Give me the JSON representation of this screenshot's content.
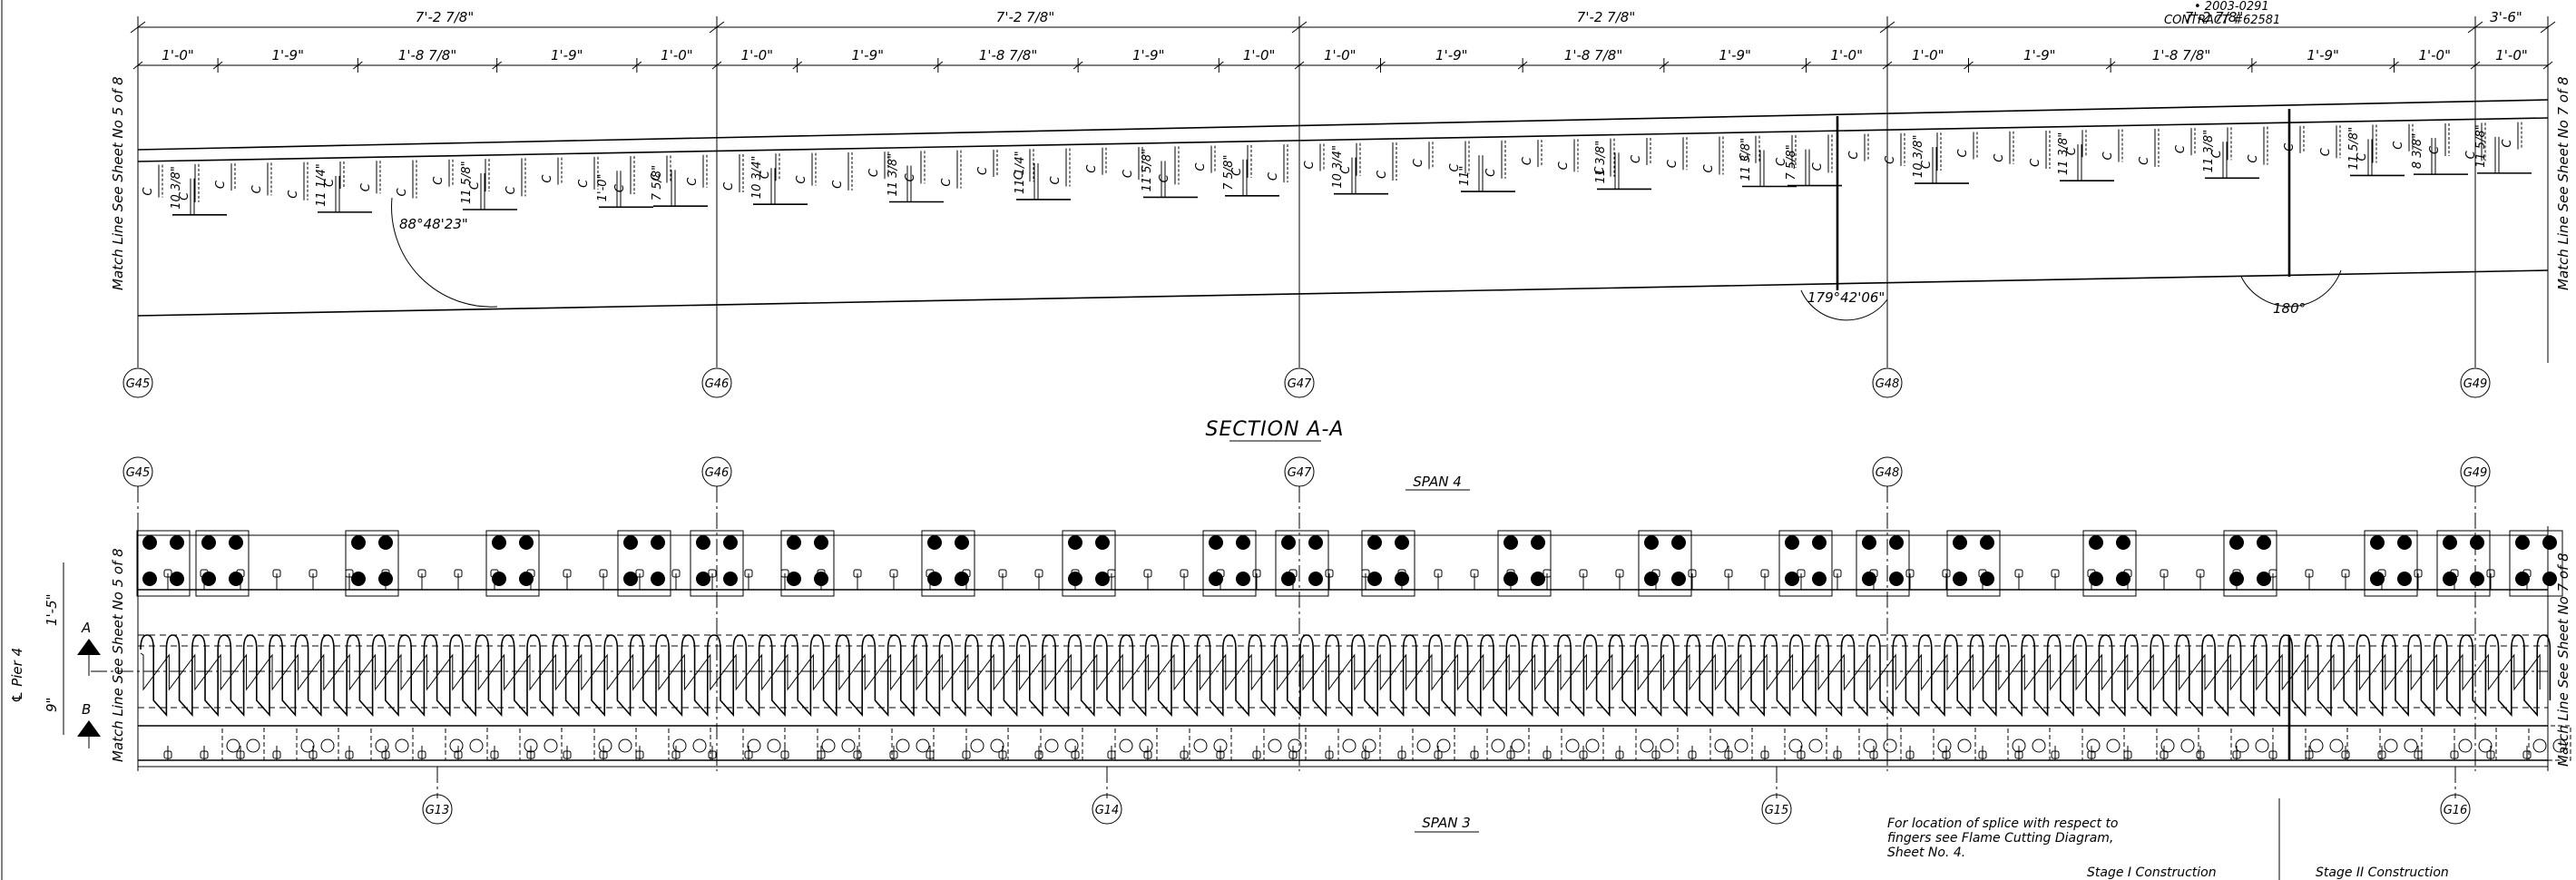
{
  "header": {
    "drawing_no": "• 2003-0291",
    "contract": "CONTRACT #62581"
  },
  "section": {
    "title": "SECTION A-A",
    "span_top": "SPAN 4",
    "span_bottom": "SPAN 3"
  },
  "top_dimensions": [
    "7'-2 7/8\"",
    "7'-2 7/8\"",
    "7'-2 7/8\"",
    "7'-2 7/8\"",
    "3'-6\""
  ],
  "segment_dimensions": [
    "1'-0\"",
    "1'-9\"",
    "1'-8 7/8\"",
    "1'-9\"",
    "1'-0\"",
    "1'-0\"",
    "1'-9\"",
    "1'-8 7/8\"",
    "1'-9\"",
    "1'-0\"",
    "1'-0\"",
    "1'-9\"",
    "1'-8 7/8\"",
    "1'-9\"",
    "1'-0\"",
    "1'-0\"",
    "1'-9\"",
    "1'-8 7/8\"",
    "1'-9\"",
    "1'-0\"",
    "1'-0\""
  ],
  "girders_top": [
    "G45",
    "G46",
    "G47",
    "G48",
    "G49"
  ],
  "girders_bottom": [
    "G13",
    "G14",
    "G15",
    "G16"
  ],
  "angles": [
    "88°48'23\"",
    "179°42'06\"",
    "180°"
  ],
  "match_lines": {
    "left": "Match Line See Sheet No 5 of 8",
    "right": "Match Line See Sheet No 7 of 8"
  },
  "section_marks": [
    "A",
    "B"
  ],
  "pier_label": "℄ Pier 4",
  "plan_dims": [
    "1'-5\"",
    "9\""
  ],
  "flange_labels": [
    "10 3/8\"",
    "11 1/4\"",
    "11 5/8\"",
    "1'-0\"",
    "7 5/8\"",
    "10 3/4\"",
    "11 3/8\"",
    "11 1/4\"",
    "11 5/8\"",
    "7 5/8\"",
    "10 3/4\"",
    "11\"",
    "11 3/8\"",
    "11 3/8\"",
    "7 5/8\"",
    "10 3/8\"",
    "11 3/8\"",
    "11 3/8\"",
    "11 5/8\"",
    "8 3/8\"",
    "11 5/8\""
  ],
  "notes": {
    "splice_note": [
      "For location of splice with respect to",
      "fingers see Flame Cutting Diagram,",
      "Sheet No. 4."
    ],
    "stage1": "Stage I Construction",
    "stage2": "Stage II Construction"
  }
}
